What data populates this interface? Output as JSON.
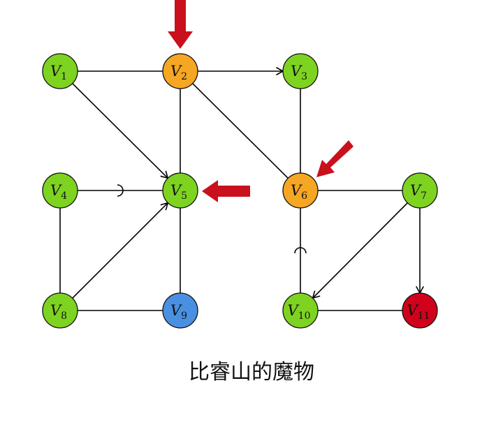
{
  "colors": {
    "green": "#7ED321",
    "orange": "#F5A623",
    "blue": "#4A90E2",
    "red": "#D0021B",
    "pointer": "#C8111C"
  },
  "nodes": [
    {
      "id": "v1",
      "symbol": "V",
      "sub": "1",
      "color": "green"
    },
    {
      "id": "v2",
      "symbol": "V",
      "sub": "2",
      "color": "orange"
    },
    {
      "id": "v3",
      "symbol": "V",
      "sub": "3",
      "color": "green"
    },
    {
      "id": "v4",
      "symbol": "V",
      "sub": "4",
      "color": "green"
    },
    {
      "id": "v5",
      "symbol": "V",
      "sub": "5",
      "color": "green"
    },
    {
      "id": "v6",
      "symbol": "V",
      "sub": "6",
      "color": "orange"
    },
    {
      "id": "v7",
      "symbol": "V",
      "sub": "7",
      "color": "green"
    },
    {
      "id": "v8",
      "symbol": "V",
      "sub": "8",
      "color": "green"
    },
    {
      "id": "v9",
      "symbol": "V",
      "sub": "9",
      "color": "blue"
    },
    {
      "id": "v10",
      "symbol": "V",
      "sub": "10",
      "color": "green"
    },
    {
      "id": "v11",
      "symbol": "V",
      "sub": "11",
      "color": "red"
    }
  ],
  "edges": [
    {
      "from": "v1",
      "to": "v2",
      "type": "line"
    },
    {
      "from": "v2",
      "to": "v3",
      "type": "arrow"
    },
    {
      "from": "v1",
      "to": "v5",
      "type": "arrow"
    },
    {
      "from": "v2",
      "to": "v5",
      "type": "line"
    },
    {
      "from": "v2",
      "to": "v6",
      "type": "line"
    },
    {
      "from": "v3",
      "to": "v6",
      "type": "line"
    },
    {
      "from": "v4",
      "to": "v5",
      "type": "crossing"
    },
    {
      "from": "v4",
      "to": "v8",
      "type": "line"
    },
    {
      "from": "v8",
      "to": "v5",
      "type": "arrow"
    },
    {
      "from": "v5",
      "to": "v9",
      "type": "line"
    },
    {
      "from": "v8",
      "to": "v9",
      "type": "line"
    },
    {
      "from": "v6",
      "to": "v7",
      "type": "line"
    },
    {
      "from": "v6",
      "to": "v10",
      "type": "crossing"
    },
    {
      "from": "v7",
      "to": "v10",
      "type": "arrow"
    },
    {
      "from": "v7",
      "to": "v11",
      "type": "arrow"
    },
    {
      "from": "v10",
      "to": "v11",
      "type": "line"
    }
  ],
  "highlight_pointers": [
    {
      "target": "v2",
      "direction": "down"
    },
    {
      "target": "v6",
      "direction": "down-left"
    },
    {
      "target": "v5",
      "direction": "left"
    }
  ],
  "caption": "比睿山的魔物"
}
